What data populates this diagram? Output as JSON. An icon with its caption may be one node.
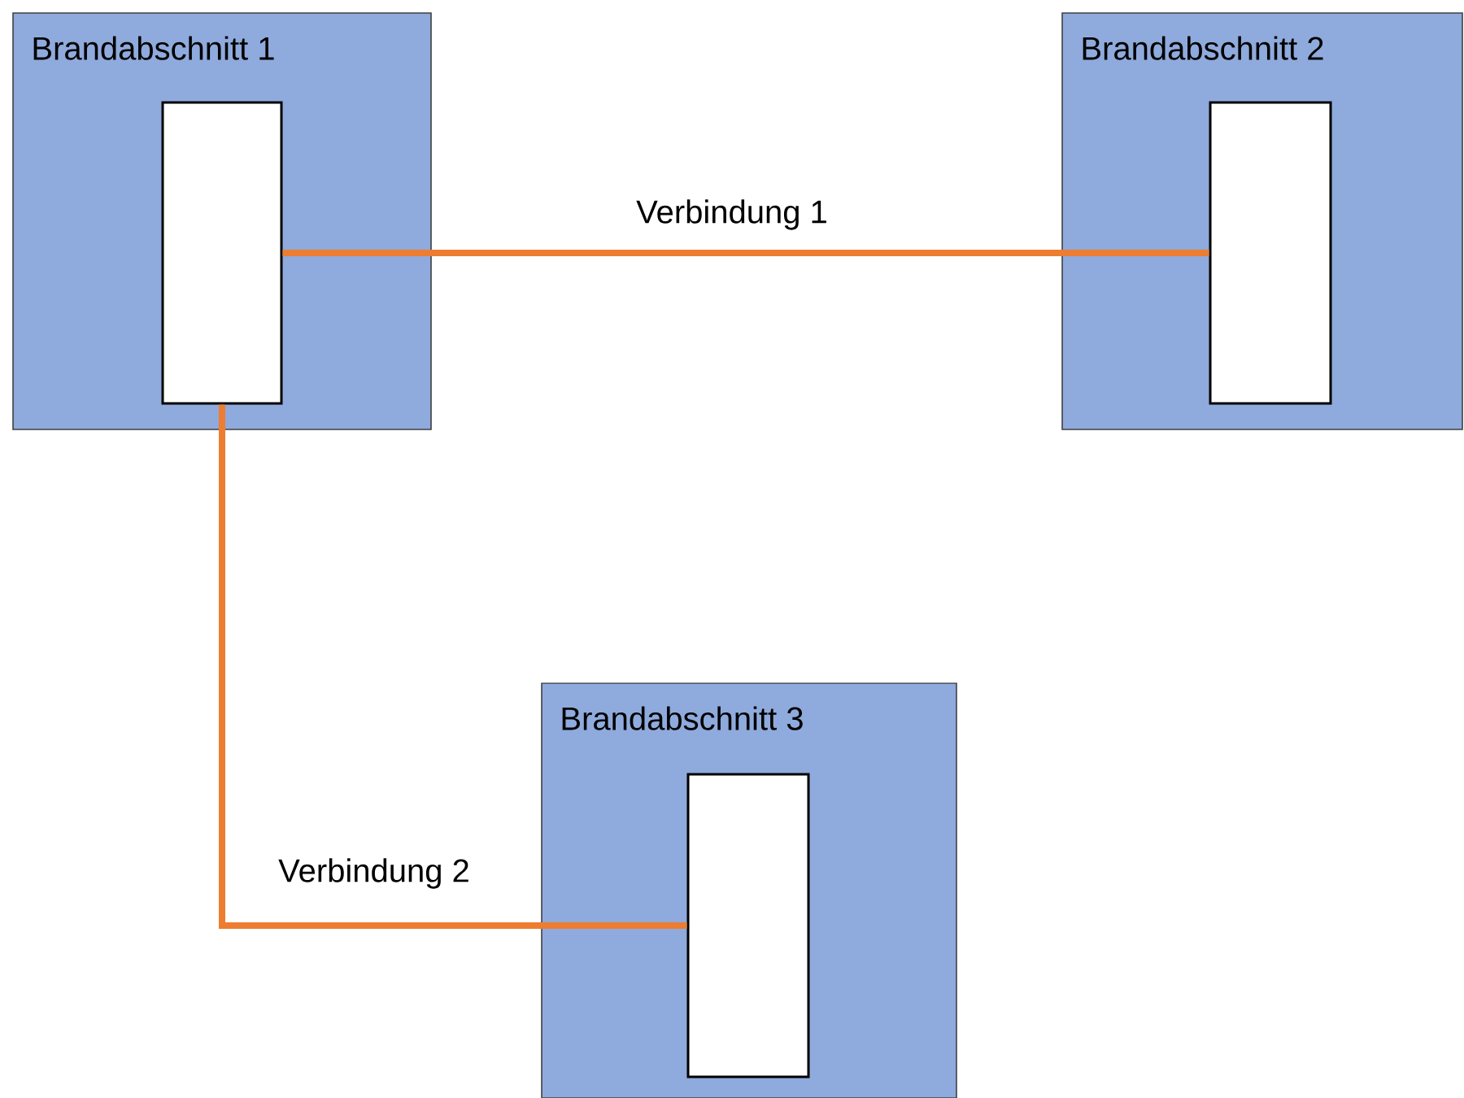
{
  "diagram": {
    "nodes": [
      {
        "text": [
          "Brandabschnitt 1"
        ]
      },
      {
        "text": [],
        "shape": "box",
        "in": 0
      },
      {
        "text": [
          "Brandabschnitt 2"
        ]
      },
      {
        "text": [],
        "shape": "box",
        "in": 2
      },
      {
        "text": [
          "Brandabschnitt 3"
        ]
      },
      {
        "text": [],
        "shape": "box",
        "in": 4
      }
    ],
    "edges": [
      {
        "from": 1,
        "to": 3,
        "arrow": "none",
        "label": "Verbindung 1"
      },
      {
        "from": 1,
        "to": 5,
        "arrow": "none",
        "label": "Verbindung 2"
      }
    ]
  }
}
